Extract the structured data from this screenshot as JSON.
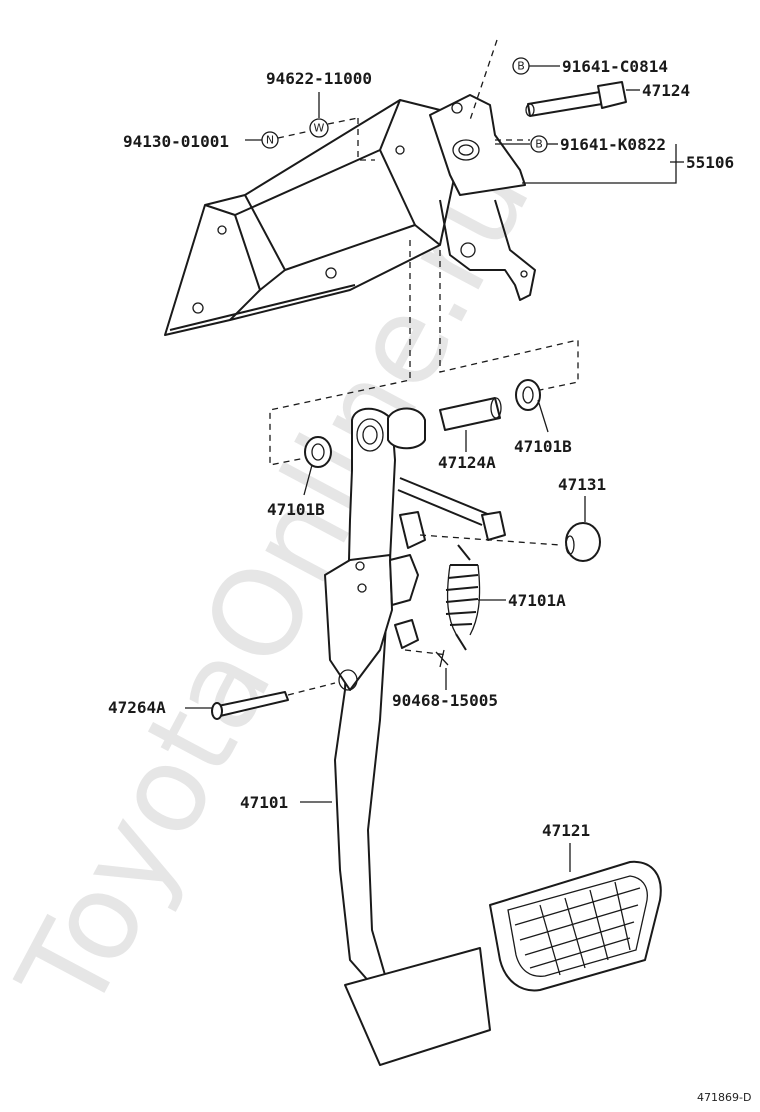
{
  "watermark": "ToyotaOnline.ru",
  "diagram_code": "471869-D",
  "parts": [
    {
      "id": "bracket_bolt_b_top",
      "code": "91641-C0814",
      "marker": "B"
    },
    {
      "id": "pin_47124",
      "code": "47124"
    },
    {
      "id": "bolt_b_bottom",
      "code": "91641-K0822",
      "marker": "B"
    },
    {
      "id": "bracket_55106",
      "code": "55106"
    },
    {
      "id": "washer_w",
      "code": "94622-11000",
      "marker": "W"
    },
    {
      "id": "nut_n",
      "code": "94130-01001",
      "marker": "N"
    },
    {
      "id": "bushing_right",
      "code": "47101B"
    },
    {
      "id": "collar",
      "code": "47124A"
    },
    {
      "id": "bushing_left",
      "code": "47101B"
    },
    {
      "id": "stopper",
      "code": "47131"
    },
    {
      "id": "spring",
      "code": "47101A"
    },
    {
      "id": "clip",
      "code": "90468-15005"
    },
    {
      "id": "clevis_pin",
      "code": "47264A"
    },
    {
      "id": "pedal_arm",
      "code": "47101"
    },
    {
      "id": "pedal_pad",
      "code": "47121"
    }
  ]
}
